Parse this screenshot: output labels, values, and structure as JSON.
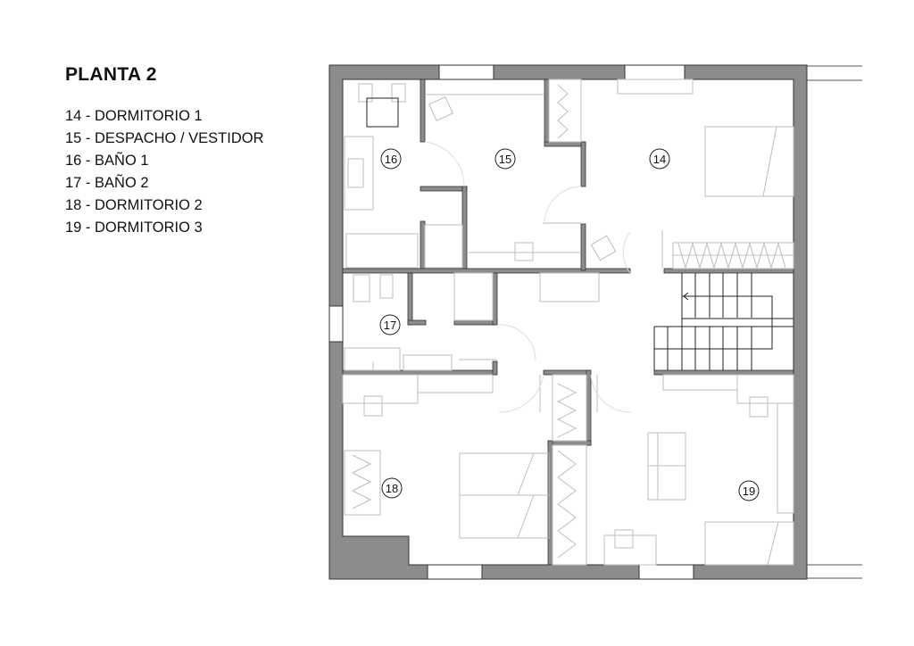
{
  "legend": {
    "title": "PLANTA 2",
    "items": [
      {
        "number": "14",
        "name": "DORMITORIO 1",
        "label": "14 - DORMITORIO 1"
      },
      {
        "number": "15",
        "name": "DESPACHO / VESTIDOR",
        "label": "15 - DESPACHO / VESTIDOR"
      },
      {
        "number": "16",
        "name": "BAÑO 1",
        "label": "16 - BAÑO 1"
      },
      {
        "number": "17",
        "name": "BAÑO 2",
        "label": "17 - BAÑO 2"
      },
      {
        "number": "18",
        "name": "DORMITORIO 2",
        "label": "18 - DORMITORIO 2"
      },
      {
        "number": "19",
        "name": "DORMITORIO 3",
        "label": "19 - DORMITORIO 3"
      }
    ]
  },
  "plan": {
    "rooms": [
      {
        "id": "14",
        "label": "14"
      },
      {
        "id": "15",
        "label": "15"
      },
      {
        "id": "16",
        "label": "16"
      },
      {
        "id": "17",
        "label": "17"
      },
      {
        "id": "18",
        "label": "18"
      },
      {
        "id": "19",
        "label": "19"
      }
    ],
    "colors": {
      "wall_fill": "#8c8c8c",
      "wall_stroke": "#333333",
      "furniture": "#bdbdbd",
      "background": "#ffffff"
    }
  }
}
